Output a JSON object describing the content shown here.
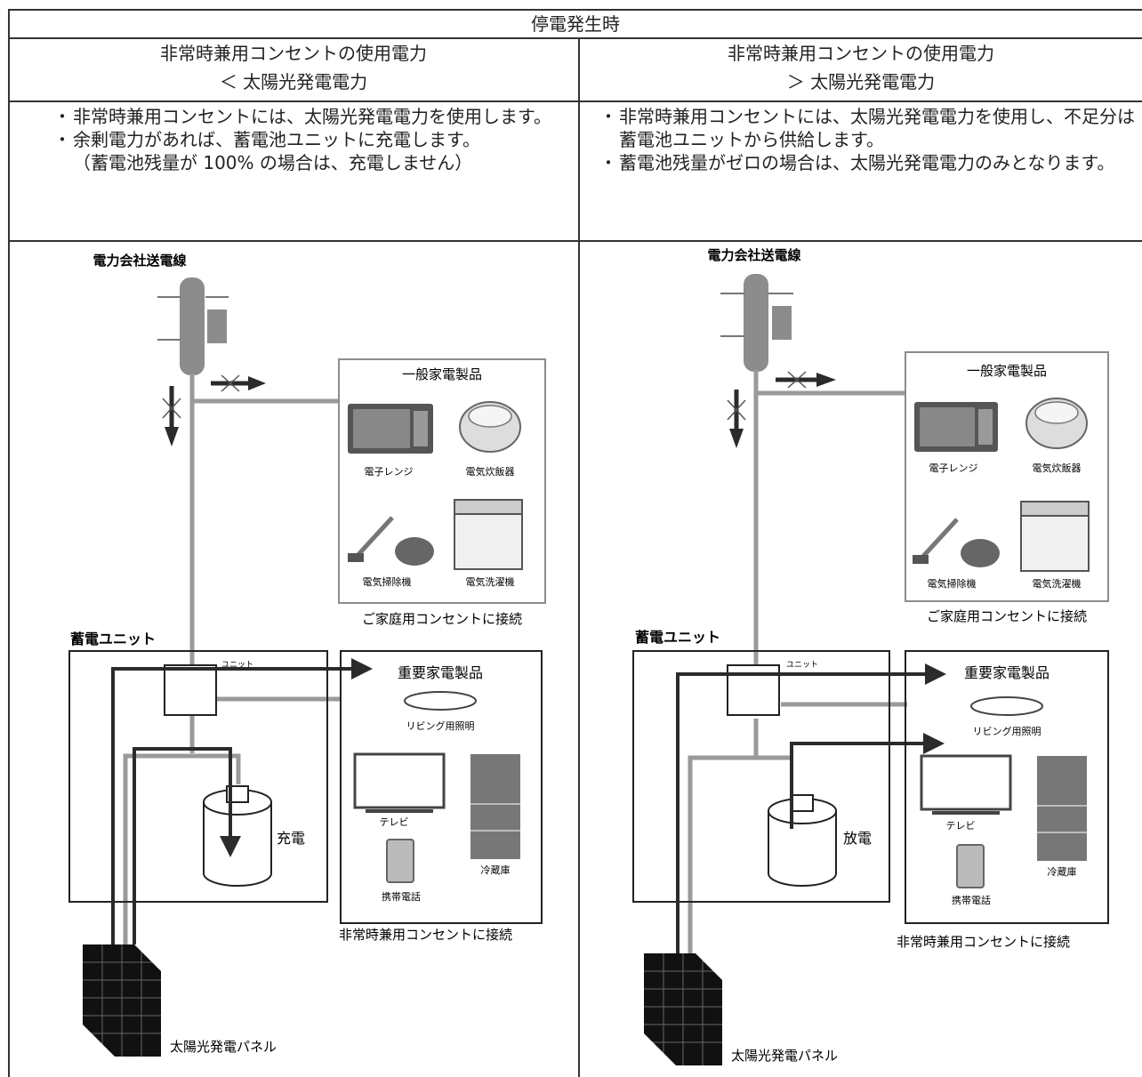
{
  "header": {
    "title": "停電発生時"
  },
  "columns": [
    {
      "heading_line1": "非常時兼用コンセントの使用電力",
      "heading_line2": "＜ 太陽光発電電力",
      "bullets": [
        "非常時兼用コンセントには、太陽光発電電力を使用します。",
        "余剰電力があれば、蓄電池ユニットに充電します。"
      ],
      "note": "（蓄電池残量が 100% の場合は、充電しません）",
      "diagram": {
        "power_line_label": "電力会社送電線",
        "general_appliances_title": "一般家電製品",
        "appliances": [
          "電子レンジ",
          "電気炊飯器",
          "電気掃除機",
          "電気洗濯機"
        ],
        "general_outlet_label": "ご家庭用コンセントに接続",
        "storage_unit_label": "蓄電ユニット",
        "unit_label": "ユニット",
        "battery_state_label": "充電",
        "important_appliances_title": "重要家電製品",
        "important_items": [
          "リビング用照明",
          "テレビ",
          "冷蔵庫",
          "携帯電話"
        ],
        "emergency_outlet_label": "非常時兼用コンセントに接続",
        "solar_panel_label": "太陽光発電パネル"
      }
    },
    {
      "heading_line1": "非常時兼用コンセントの使用電力",
      "heading_line2": "＞ 太陽光発電電力",
      "bullets": [
        "非常時兼用コンセントには、太陽光発電電力を使用し、不足分は蓄電池ユニットから供給します。",
        "蓄電池残量がゼロの場合は、太陽光発電電力のみとなります。"
      ],
      "note": "",
      "diagram": {
        "power_line_label": "電力会社送電線",
        "general_appliances_title": "一般家電製品",
        "appliances": [
          "電子レンジ",
          "電気炊飯器",
          "電気掃除機",
          "電気洗濯機"
        ],
        "general_outlet_label": "ご家庭用コンセントに接続",
        "storage_unit_label": "蓄電ユニット",
        "unit_label": "ユニット",
        "battery_state_label": "放電",
        "important_appliances_title": "重要家電製品",
        "important_items": [
          "リビング用照明",
          "テレビ",
          "冷蔵庫",
          "携帯電話"
        ],
        "emergency_outlet_label": "非常時兼用コンセントに接続",
        "solar_panel_label": "太陽光発電パネル"
      }
    }
  ],
  "colors": {
    "border": "#333333",
    "line_gray": "#9a9a9a",
    "flow_dark": "#2b2b2b"
  }
}
